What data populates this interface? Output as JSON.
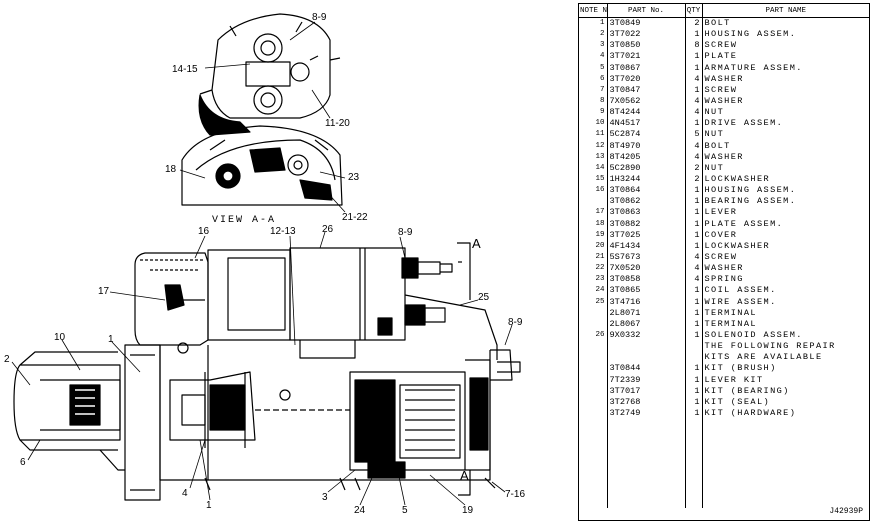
{
  "diagram": {
    "view_label": "VIEW A-A",
    "section_marker": "A",
    "callouts": [
      "8-9",
      "14-15",
      "11-20",
      "18",
      "23",
      "21-22",
      "12-13",
      "26",
      "16",
      "8-9",
      "17",
      "25",
      "8-9",
      "10",
      "1",
      "2",
      "6",
      "4",
      "1",
      "3",
      "24",
      "5",
      "19",
      "7-16"
    ]
  },
  "parts_list": {
    "headers": [
      "NOTE No.",
      "PART No.",
      "QTY",
      "PART NAME"
    ],
    "rows": [
      [
        "1",
        "3T0849",
        "2",
        "BOLT"
      ],
      [
        "2",
        "3T7022",
        "1",
        "HOUSING ASSEM."
      ],
      [
        "3",
        "3T0850",
        "8",
        "SCREW"
      ],
      [
        "4",
        "3T7021",
        "1",
        "PLATE"
      ],
      [
        "5",
        "3T0867",
        "1",
        "ARMATURE ASSEM."
      ],
      [
        "6",
        "3T7020",
        "4",
        "WASHER"
      ],
      [
        "7",
        "3T0847",
        "1",
        "SCREW"
      ],
      [
        "8",
        "7X0562",
        "4",
        "WASHER"
      ],
      [
        "9",
        "8T4244",
        "4",
        "NUT"
      ],
      [
        "10",
        "4N4517",
        "1",
        "DRIVE ASSEM."
      ],
      [
        "11",
        "5C2874",
        "5",
        "NUT"
      ],
      [
        "12",
        "8T4970",
        "4",
        "BOLT"
      ],
      [
        "13",
        "8T4205",
        "4",
        "WASHER"
      ],
      [
        "14",
        "5C2890",
        "2",
        "NUT"
      ],
      [
        "15",
        "1H3244",
        "2",
        "LOCKWASHER"
      ],
      [
        "16",
        "3T0864",
        "1",
        "HOUSING ASSEM."
      ],
      [
        "",
        "3T0862",
        "1",
        " BEARING ASSEM."
      ],
      [
        "17",
        "3T0863",
        "1",
        "LEVER"
      ],
      [
        "18",
        "3T0882",
        "1",
        "PLATE ASSEM."
      ],
      [
        "19",
        "3T7025",
        "1",
        "COVER"
      ],
      [
        "20",
        "4F1434",
        "1",
        "LOCKWASHER"
      ],
      [
        "21",
        "5S7673",
        "4",
        "SCREW"
      ],
      [
        "22",
        "7X0520",
        "4",
        "WASHER"
      ],
      [
        "23",
        "3T0858",
        "4",
        "SPRING"
      ],
      [
        "24",
        "3T0865",
        "1",
        "COIL ASSEM."
      ],
      [
        "25",
        "3T4716",
        "1",
        "WIRE ASSEM."
      ],
      [
        "",
        "2L8071",
        "1",
        " TERMINAL"
      ],
      [
        "",
        "2L8067",
        "1",
        " TERMINAL"
      ],
      [
        "26",
        "9X0332",
        "1",
        "SOLENOID ASSEM."
      ],
      [
        "",
        "",
        "",
        "THE FOLLOWING REPAIR"
      ],
      [
        "",
        "",
        "",
        "KITS ARE AVAILABLE"
      ],
      [
        "",
        "3T0844",
        "1",
        "KIT (BRUSH)"
      ],
      [
        "",
        "7T2339",
        "1",
        "LEVER KIT"
      ],
      [
        "",
        "3T7017",
        "1",
        "KIT (BEARING)"
      ],
      [
        "",
        "3T2768",
        "1",
        "KIT (SEAL)"
      ],
      [
        "",
        "3T2749",
        "1",
        "KIT (HARDWARE)"
      ],
      [
        "",
        "",
        "",
        ""
      ],
      [
        "",
        "",
        "",
        ""
      ],
      [
        "",
        "",
        "",
        ""
      ],
      [
        "",
        "",
        "",
        ""
      ],
      [
        "",
        "",
        "",
        ""
      ],
      [
        "",
        "",
        "",
        ""
      ],
      [
        "",
        "",
        "",
        ""
      ],
      [
        "",
        "",
        "",
        ""
      ]
    ],
    "doc_number": "J42939P"
  }
}
